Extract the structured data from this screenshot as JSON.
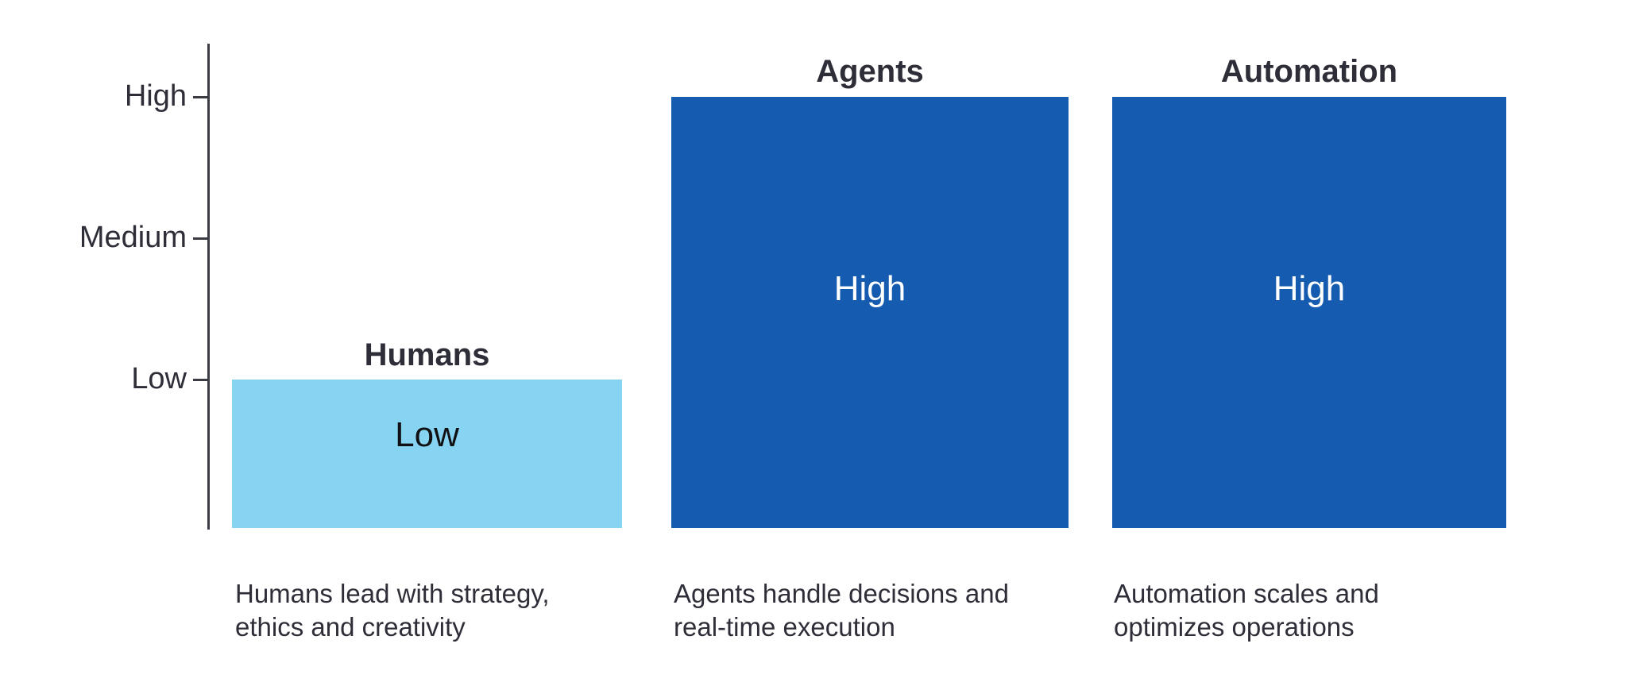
{
  "chart_data": {
    "type": "bar",
    "title": "",
    "xlabel": "",
    "ylabel": "",
    "grid": false,
    "legend": "none",
    "orientation": "vertical",
    "y_axis": {
      "ticks": [
        "Low",
        "Medium",
        "High"
      ],
      "tick_labels_top_to_bottom": [
        "High",
        "Medium",
        "Low"
      ],
      "ordinal_scale": true
    },
    "categories": [
      "Humans",
      "Agents",
      "Automation"
    ],
    "value_labels": [
      "Low",
      "High",
      "High"
    ],
    "values": [
      1,
      3,
      3
    ],
    "colors": [
      "#87D3F2",
      "#155CB0",
      "#155CB0"
    ],
    "annotations": [
      "Humans lead with strategy, ethics and creativity",
      "Agents handle decisions and real-time execution",
      "Automation scales and optimizes operations"
    ]
  },
  "axis": {
    "tick_high": "High",
    "tick_medium": "Medium",
    "tick_low": "Low"
  },
  "bars": [
    {
      "key": "humans",
      "title": "Humans",
      "value_label": "Low",
      "caption_line1": "Humans lead with strategy,",
      "caption_line2": "ethics and creativity",
      "color": "#87D3F2",
      "value_text_color": "#111114"
    },
    {
      "key": "agents",
      "title": "Agents",
      "value_label": "High",
      "caption_line1": "Agents handle decisions and",
      "caption_line2": "real-time execution",
      "color": "#155CB0",
      "value_text_color": "#FFFFFF"
    },
    {
      "key": "automation",
      "title": "Automation",
      "value_label": "High",
      "caption_line1": "Automation scales and",
      "caption_line2": "optimizes operations",
      "color": "#155CB0",
      "value_text_color": "#FFFFFF"
    }
  ],
  "theme": {
    "background": "#FFFFFF",
    "axis_color": "#3B3B44",
    "text_color": "#2E2E38",
    "light_blue": "#87D3F2",
    "dark_blue": "#155CB0"
  }
}
